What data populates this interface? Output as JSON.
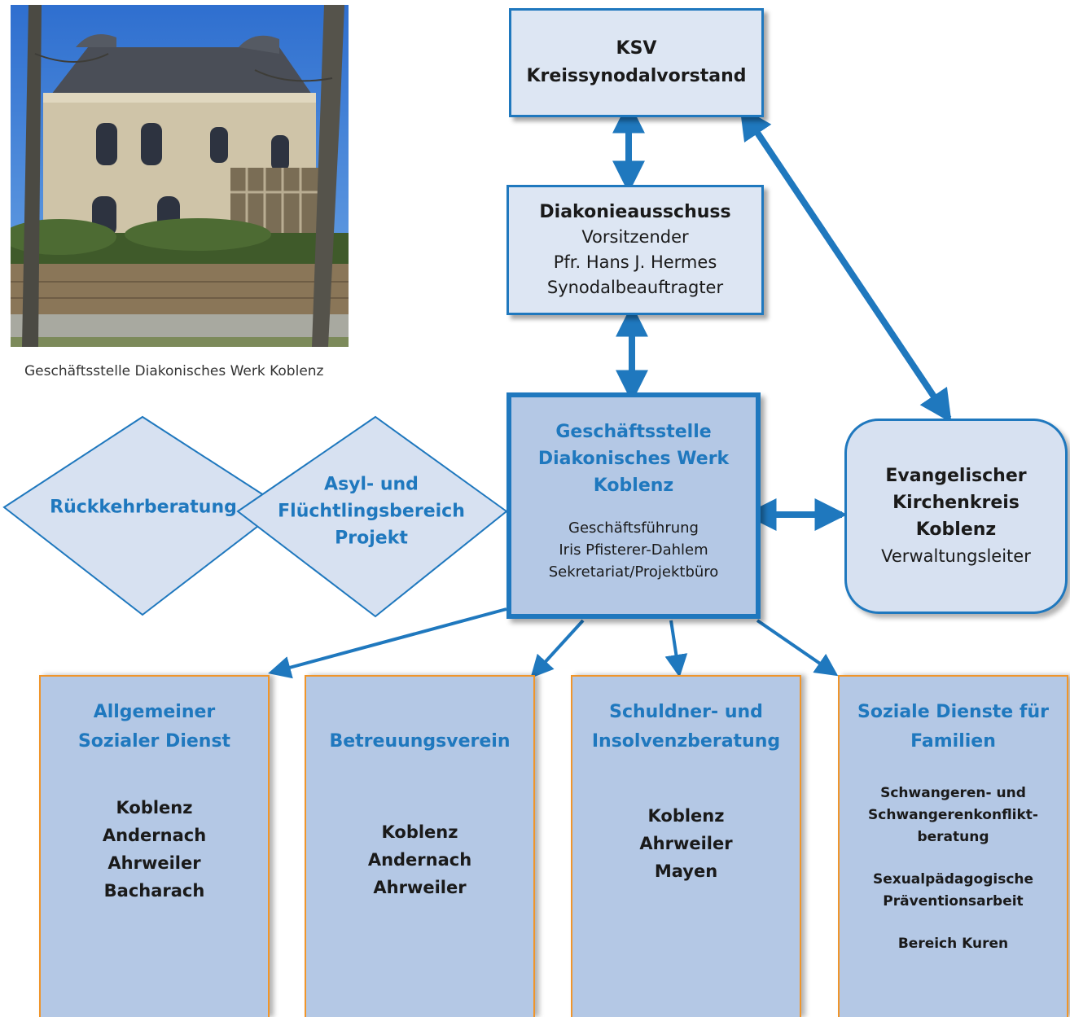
{
  "photo": {
    "caption": "Geschäftsstelle Diakonisches Werk Koblenz"
  },
  "ksv": {
    "line1": "KSV",
    "line2": "Kreissynodalvorstand"
  },
  "diakonieausschuss": {
    "title": "Diakonieausschuss",
    "lines": [
      "Vorsitzender",
      "Pfr. Hans J. Hermes",
      "Synodalbeauftragter"
    ]
  },
  "geschaeftsstelle": {
    "title": [
      "Geschäftsstelle",
      "Diakonisches Werk",
      "Koblenz"
    ],
    "lines": [
      "Geschäftsführung",
      "Iris Pfisterer-Dahlem",
      "Sekretariat/Projektbüro"
    ]
  },
  "kirchenkreis": {
    "title": [
      "Evangelischer",
      "Kirchenkreis",
      "Koblenz"
    ],
    "line": "Verwaltungsleiter"
  },
  "diamonds": {
    "rueckkehr": "Rückkehrberatung",
    "asyl": [
      "Asyl- und",
      "Flüchtlingsbereich",
      "Projekt"
    ]
  },
  "services": [
    {
      "title": [
        "Allgemeiner",
        "Sozialer Dienst"
      ],
      "items": [
        "Koblenz",
        "Andernach",
        "Ahrweiler",
        "Bacharach"
      ]
    },
    {
      "title": [
        "Betreuungsverein"
      ],
      "items": [
        "Koblenz",
        "Andernach",
        "Ahrweiler"
      ]
    },
    {
      "title": [
        "Schuldner- und",
        "Insolvenzberatung"
      ],
      "items": [
        "Koblenz",
        "Ahrweiler",
        "Mayen"
      ]
    },
    {
      "title": [
        "Soziale Dienste für",
        "Familien"
      ],
      "groups": [
        [
          "Schwangeren- und",
          "Schwangerenkonflikt-",
          "beratung"
        ],
        [
          "Sexualpädagogische",
          "Präventionsarbeit"
        ],
        [
          "Bereich Kuren"
        ]
      ]
    }
  ],
  "colors": {
    "accent_blue": "#1f78be",
    "box_light": "#dde6f3",
    "box_mid": "#b4c8e5",
    "service_border": "#f0952a"
  }
}
